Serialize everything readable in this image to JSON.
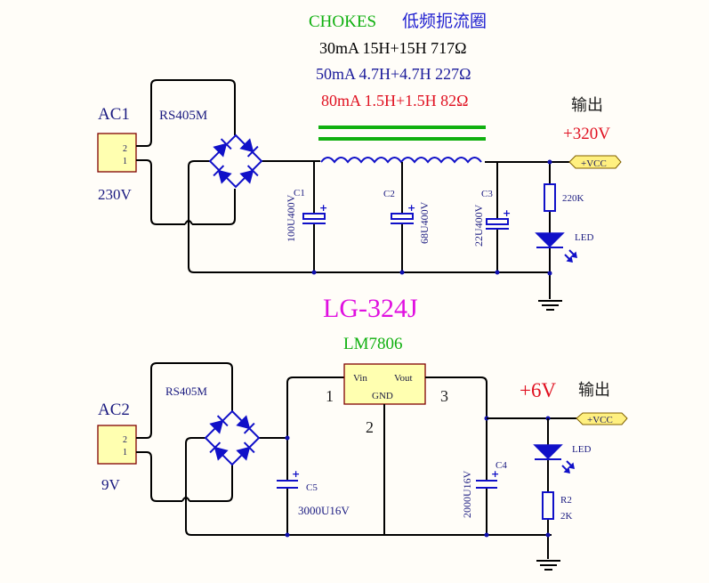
{
  "title": {
    "chokes": "CHOKES",
    "chokes_cn": "低频扼流圈",
    "choke_specs": [
      {
        "text": "30mA 15H+15H 717Ω",
        "color": "#000000"
      },
      {
        "text": "50mA 4.7H+4.7H 227Ω",
        "color": "#1a1a9a"
      },
      {
        "text": "80mA 1.5H+1.5H 82Ω",
        "color": "#e01020"
      }
    ]
  },
  "colors": {
    "wire": "#000000",
    "component": "#1010c8",
    "label": "#1a1a80",
    "output_voltage": "#e01020",
    "model": "#e010e0",
    "regulator": "#10b010",
    "chokes": "#10b010",
    "connector_fill": "#ffffb0"
  },
  "model": "LG-324J",
  "top_circuit": {
    "ac_label": "AC1",
    "ac_voltage": "230V",
    "connector_pins": [
      "2",
      "1"
    ],
    "bridge": "RS405M",
    "capacitors": [
      {
        "ref": "C1",
        "value": "100U400V"
      },
      {
        "ref": "C2",
        "value": "68U400V"
      },
      {
        "ref": "C3",
        "value": "22U400V"
      }
    ],
    "resistor": {
      "value": "220K"
    },
    "led": "LED",
    "output_cn": "输出",
    "output_voltage": "+320V",
    "net_label": "+VCC"
  },
  "bottom_circuit": {
    "ac_label": "AC2",
    "ac_voltage": "9V",
    "connector_pins": [
      "2",
      "1"
    ],
    "bridge": "RS405M",
    "regulator": {
      "name": "LM7806",
      "vin": "Vin",
      "vout": "Vout",
      "gnd": "GND",
      "pins": [
        "1",
        "2",
        "3"
      ]
    },
    "capacitors": [
      {
        "ref": "C5",
        "value": "3000U16V"
      },
      {
        "ref": "C4",
        "value": "2000U16V"
      }
    ],
    "resistor": {
      "ref": "R2",
      "value": "2K"
    },
    "led": "LED",
    "output_cn": "输出",
    "output_voltage": "+6V",
    "net_label": "+VCC"
  }
}
